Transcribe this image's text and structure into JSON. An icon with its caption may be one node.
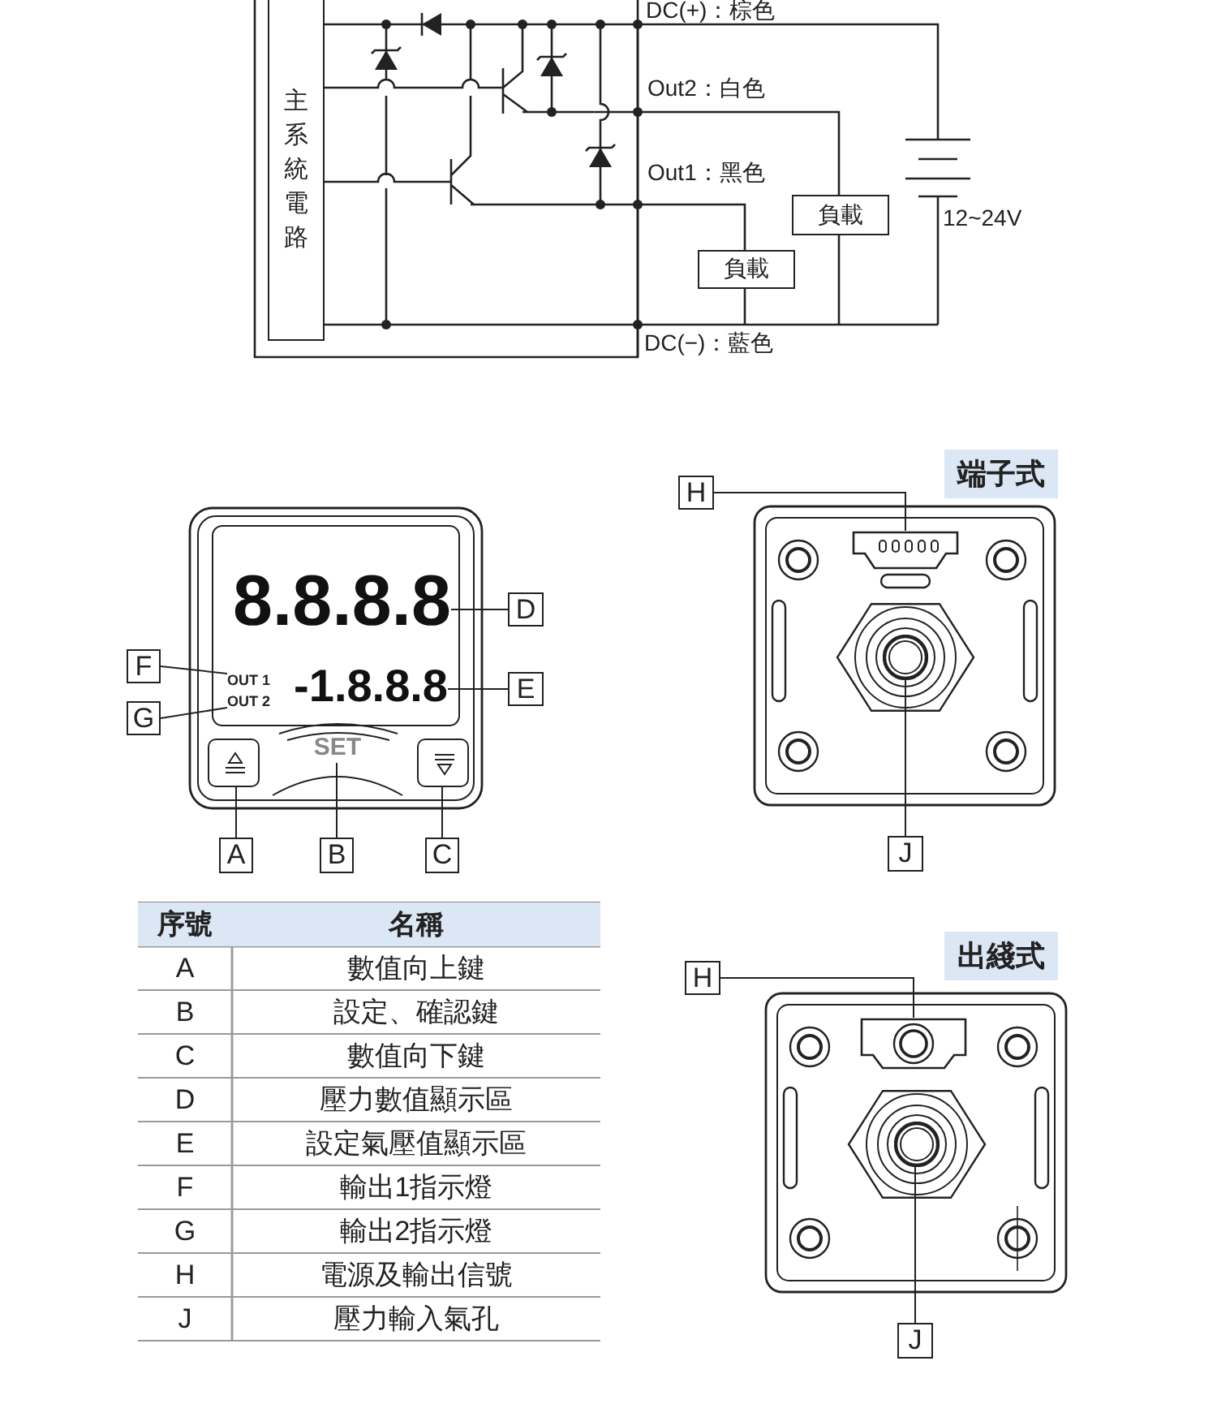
{
  "diagram": {
    "nodes": [
      {
        "text": [
          "主系統電路"
        ]
      },
      {
        "text": [
          "負載"
        ]
      },
      {
        "text": [
          "負載"
        ]
      },
      {
        "text": [
          "D"
        ]
      },
      {
        "text": [
          "E"
        ]
      },
      {
        "text": [
          "F"
        ]
      },
      {
        "text": [
          "G"
        ]
      },
      {
        "text": [
          "A"
        ]
      },
      {
        "text": [
          "B"
        ]
      },
      {
        "text": [
          "C"
        ]
      },
      {
        "text": [
          "H"
        ]
      },
      {
        "text": [
          "J"
        ]
      },
      {
        "text": [
          "H"
        ]
      },
      {
        "text": [
          "J"
        ]
      },
      {
        "text": [
          "8.8.8.8"
        ]
      },
      {
        "text": [
          "-1.8.8.8"
        ]
      },
      {
        "text": [
          "OUT 1"
        ]
      },
      {
        "text": [
          "OUT 2"
        ]
      },
      {
        "text": [],
        "shape": "box"
      },
      {
        "text": [
          "SET"
        ]
      },
      {
        "text": [],
        "shape": "box"
      },
      {
        "text": [],
        "shape": "box"
      },
      {
        "text": [],
        "shape": "circle"
      },
      {
        "text": [],
        "shape": "box"
      },
      {
        "text": [],
        "shape": "circle"
      }
    ],
    "edges": [
      {
        "from": 3,
        "to": 14,
        "arrow": "none"
      },
      {
        "from": 4,
        "to": 15,
        "arrow": "none"
      },
      {
        "from": 5,
        "to": 16,
        "arrow": "none"
      },
      {
        "from": 6,
        "to": 17,
        "arrow": "none"
      },
      {
        "from": 7,
        "to": 18,
        "arrow": "none"
      },
      {
        "from": 8,
        "to": 19,
        "arrow": "none"
      },
      {
        "from": 9,
        "to": 20,
        "arrow": "none"
      },
      {
        "from": 10,
        "to": 21,
        "arrow": "none"
      },
      {
        "from": 11,
        "to": 22,
        "arrow": "none"
      },
      {
        "from": 12,
        "to": 23,
        "arrow": "none"
      },
      {
        "from": 13,
        "to": 24,
        "arrow": "none"
      }
    ],
    "labels": [
      "DC(+)：棕色",
      "Out2：白色",
      "Out1：黑色",
      "DC(−)：藍色",
      "12~24V",
      "端子式",
      "出綫式",
      "序號",
      "名稱",
      "A",
      "數值向上鍵",
      "B",
      "設定、確認鍵",
      "C",
      "數值向下鍵",
      "D",
      "壓力數值顯示區",
      "E",
      "設定氣壓值顯示區",
      "F",
      "輸出1指示燈",
      "G",
      "輸出2指示燈",
      "H",
      "電源及輸出信號",
      "J",
      "壓力輸入氣孔"
    ]
  }
}
